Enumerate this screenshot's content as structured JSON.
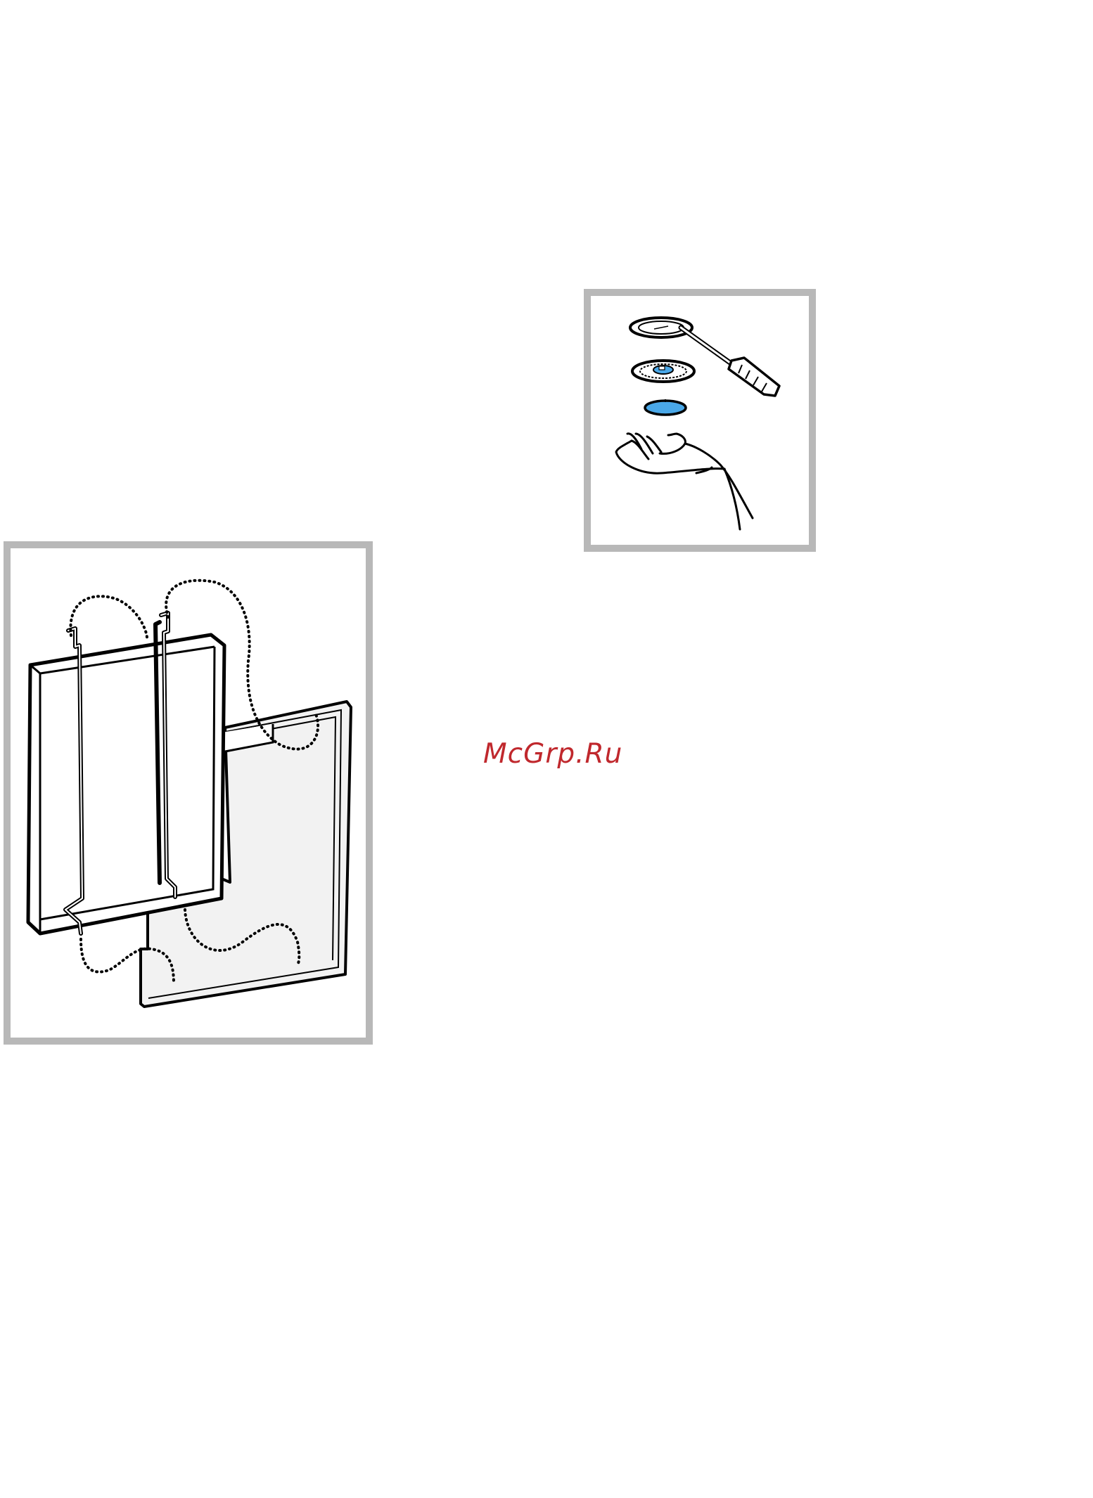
{
  "watermark": {
    "text": "McGrp.Ru",
    "color": "#c0282d"
  },
  "illustrations": [
    {
      "name": "lamp-replacement",
      "frame_color": "#b8b8b8",
      "accent_color": "#4aa8e8"
    },
    {
      "name": "grease-filter-removal",
      "frame_color": "#b8b8b8",
      "fill_color": "#f2f2f2"
    }
  ]
}
